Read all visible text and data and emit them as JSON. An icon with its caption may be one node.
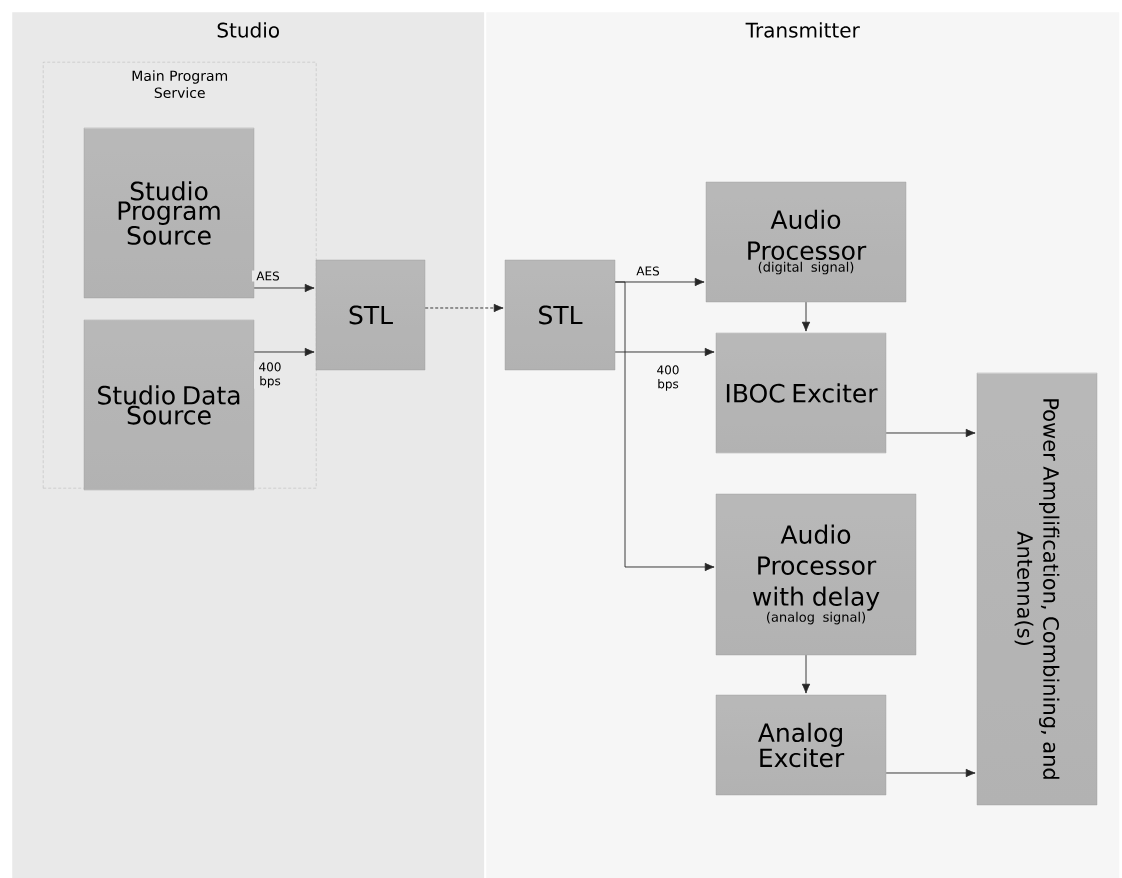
{
  "diagram": {
    "nodes": [
      {
        "text": [
          "Studio"
        ]
      },
      {
        "text": [
          "Transmitter"
        ]
      },
      {
        "text": [
          "Main Program Service"
        ],
        "in": 0
      },
      {
        "text": [
          "Studio Program Source"
        ],
        "in": 2
      },
      {
        "text": [
          "Studio Data Source"
        ],
        "in": 2
      },
      {
        "text": [
          "STL"
        ],
        "in": 0
      },
      {
        "text": [
          "STL"
        ],
        "in": 1
      },
      {
        "text": [
          "Audio Processor",
          "(digital signal)"
        ],
        "in": 1
      },
      {
        "text": [
          "IBOC Exciter"
        ],
        "in": 1
      },
      {
        "text": [
          "Audio Processor with delay",
          "(analog signal)"
        ],
        "in": 1
      },
      {
        "text": [
          "Analog Exciter"
        ],
        "in": 1
      },
      {
        "text": [
          "Power Amplification, Combining, and Antenna(s)"
        ],
        "in": 1
      }
    ],
    "edges": [
      {
        "from": 3,
        "to": 5,
        "arrow": "to",
        "label": "AES"
      },
      {
        "from": 4,
        "to": 5,
        "arrow": "to",
        "label": "400 bps"
      },
      {
        "from": 5,
        "to": 6,
        "arrow": "to",
        "style": "dashed"
      },
      {
        "from": 6,
        "to": 7,
        "arrow": "to",
        "label": "AES"
      },
      {
        "from": 6,
        "to": 8,
        "arrow": "to",
        "label": "400 bps"
      },
      {
        "from": 6,
        "to": 9,
        "arrow": "to"
      },
      {
        "from": 7,
        "to": 8,
        "arrow": "to"
      },
      {
        "from": 9,
        "to": 10,
        "arrow": "to"
      },
      {
        "from": 8,
        "to": 11,
        "arrow": "to"
      },
      {
        "from": 10,
        "to": 11,
        "arrow": "to"
      }
    ]
  }
}
